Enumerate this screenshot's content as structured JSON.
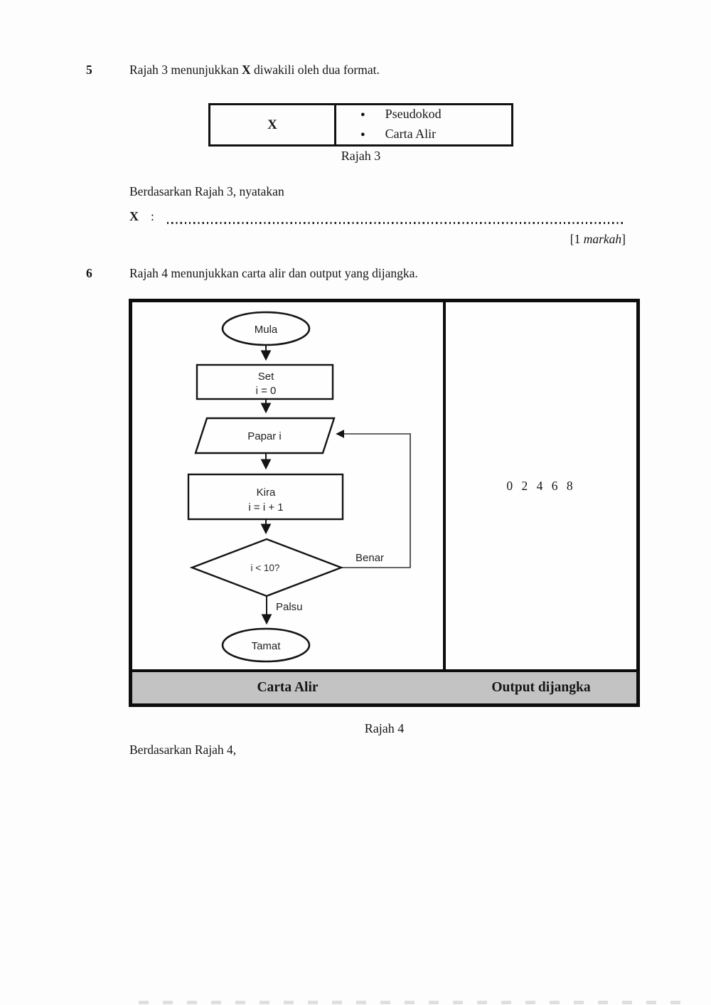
{
  "q5": {
    "num": "5",
    "before": "Rajah 3 menunjukkan ",
    "x": "X",
    "after": " diwakili oleh dua format."
  },
  "table3": {
    "x": "X",
    "bullet": "●",
    "items": [
      "Pseudokod",
      "Carta Alir"
    ],
    "caption": "Rajah 3"
  },
  "state3": "Berdasarkan Rajah 3, nyatakan",
  "answer": {
    "x": "X",
    "colon": ":"
  },
  "marks": {
    "pre": "[1 ",
    "italic": "markah",
    "post": "]"
  },
  "q6": {
    "num": "6",
    "text": "Rajah 4 menunjukkan carta alir dan output yang dijangka."
  },
  "fig4": {
    "flowchart": {
      "start": "Mula",
      "set_line1": "Set",
      "set_line2": "i = 0",
      "io": "Papar i",
      "kira_line1": "Kira",
      "kira_line2": "i = i + 1",
      "decision": "i < 10?",
      "true_label": "Benar",
      "false_label": "Palsu",
      "end": "Tamat"
    },
    "output": "0 2 4 6 8",
    "header_left": "Carta Alir",
    "header_right": "Output dijangka",
    "caption": "Rajah 4"
  },
  "state4": "Berdasarkan Rajah 4,",
  "colors": {
    "ink": "#151515",
    "header_gray": "#c3c3c3",
    "border_black": "#0d0d0d"
  }
}
